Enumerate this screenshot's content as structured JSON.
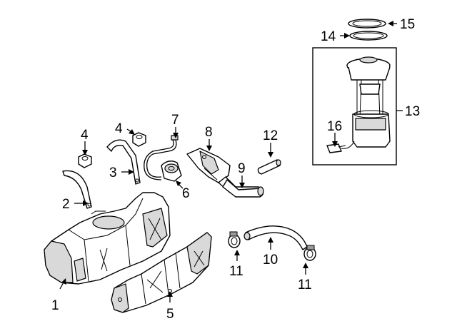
{
  "callouts": {
    "c1": "1",
    "c2": "2",
    "c3": "3",
    "c4a": "4",
    "c4b": "4",
    "c5": "5",
    "c6": "6",
    "c7": "7",
    "c8": "8",
    "c9": "9",
    "c10": "10",
    "c11a": "11",
    "c11b": "11",
    "c12": "12",
    "c13": "13",
    "c14": "14",
    "c15": "15",
    "c16": "16"
  },
  "colors": {
    "line": "#000000",
    "background": "#ffffff",
    "shading": "#d9d9d9"
  }
}
